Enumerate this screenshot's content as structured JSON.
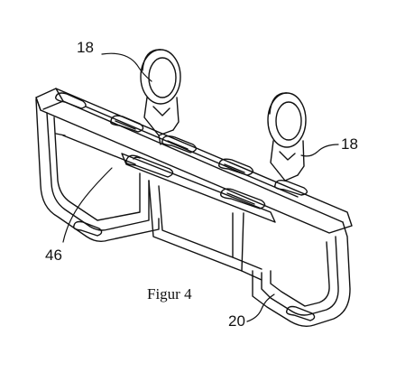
{
  "figure": {
    "caption": "Figur 4",
    "reference_numerals": {
      "left_clamp": "18",
      "right_clamp": "18",
      "frame_panel": "46",
      "frame": "20"
    }
  },
  "colors": {
    "line": "#111111",
    "background": "#ffffff"
  }
}
